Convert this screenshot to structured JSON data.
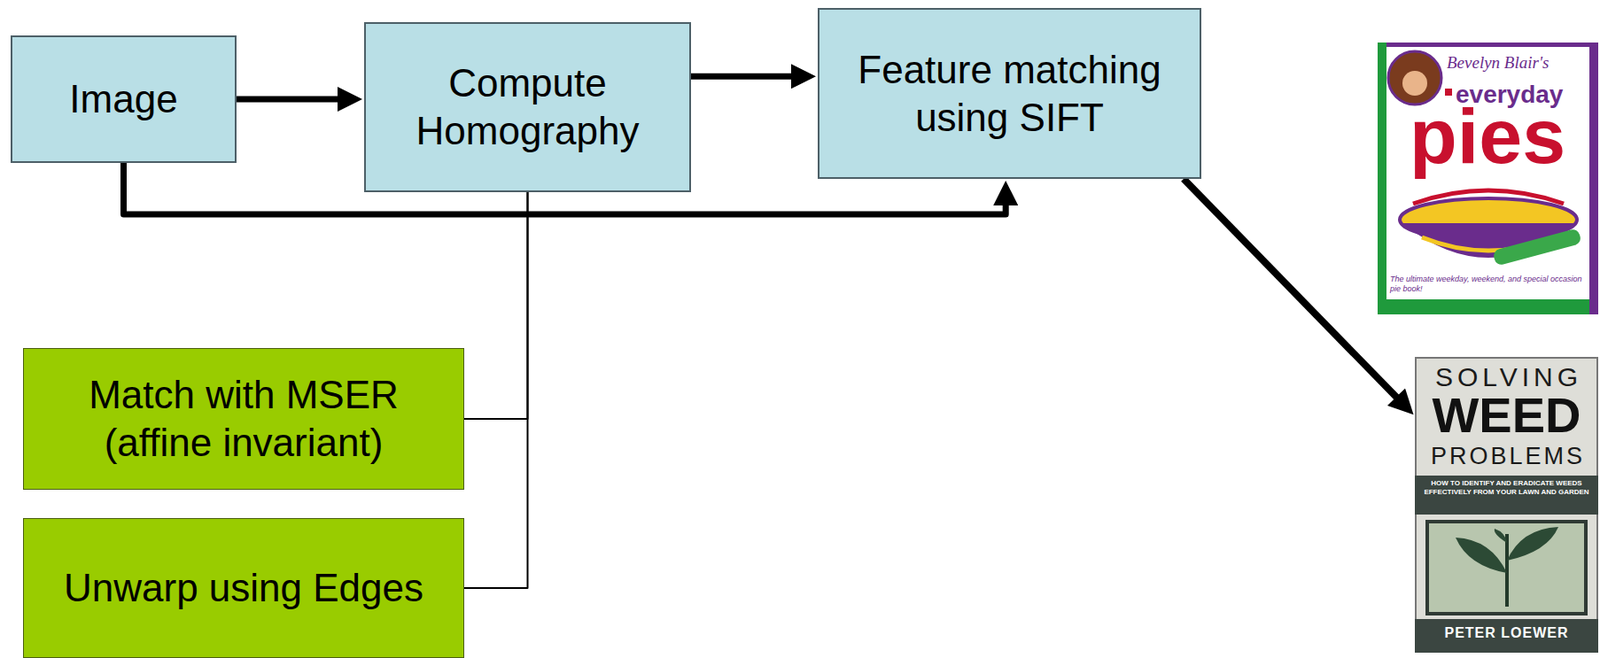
{
  "diagram": {
    "nodes": [
      {
        "text": [
          "Image"
        ]
      },
      {
        "text": [
          "Compute Homography"
        ]
      },
      {
        "text": [
          "Feature matching using SIFT"
        ]
      },
      {
        "text": [
          "Match with MSER (affine invariant)"
        ]
      },
      {
        "text": [
          "Unwarp using Edges"
        ]
      },
      {
        "text": [
          "Bevelyn Blair's",
          "everyday",
          "pies",
          "The ultimate weekday, weekend, and special occasion pie book!"
        ]
      },
      {
        "text": [
          "SOLVING",
          "WEED",
          "PROBLEMS",
          "HOW TO IDENTIFY AND ERADICATE WEEDS EFFECTIVELY FROM YOUR LAWN AND GARDEN",
          "PETER LOEWER"
        ]
      }
    ],
    "edges": [
      {
        "from": 0,
        "to": 1,
        "arrow": "to"
      },
      {
        "from": 1,
        "to": 2,
        "arrow": "to"
      },
      {
        "from": 0,
        "to": 2,
        "arrow": "to"
      },
      {
        "from": 3,
        "to": 1,
        "arrow": "none"
      },
      {
        "from": 4,
        "to": 1,
        "arrow": "none"
      },
      {
        "from": 2,
        "to": 6,
        "arrow": "to"
      }
    ]
  }
}
